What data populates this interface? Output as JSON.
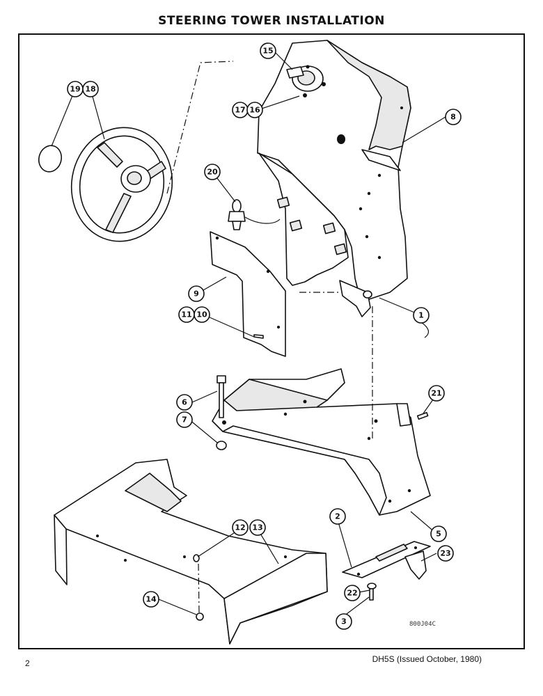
{
  "header": {
    "title": "STEERING TOWER INSTALLATION"
  },
  "figure": {
    "drawing_code": "800J04C",
    "callouts": [
      "1",
      "2",
      "3",
      "5",
      "6",
      "7",
      "8",
      "9",
      "10",
      "11",
      "12",
      "13",
      "14",
      "15",
      "16",
      "17",
      "18",
      "19",
      "20",
      "21",
      "22",
      "23"
    ]
  },
  "footer": {
    "page_number": "2",
    "document_ref": "DH5S (Issued October, 1980)"
  }
}
